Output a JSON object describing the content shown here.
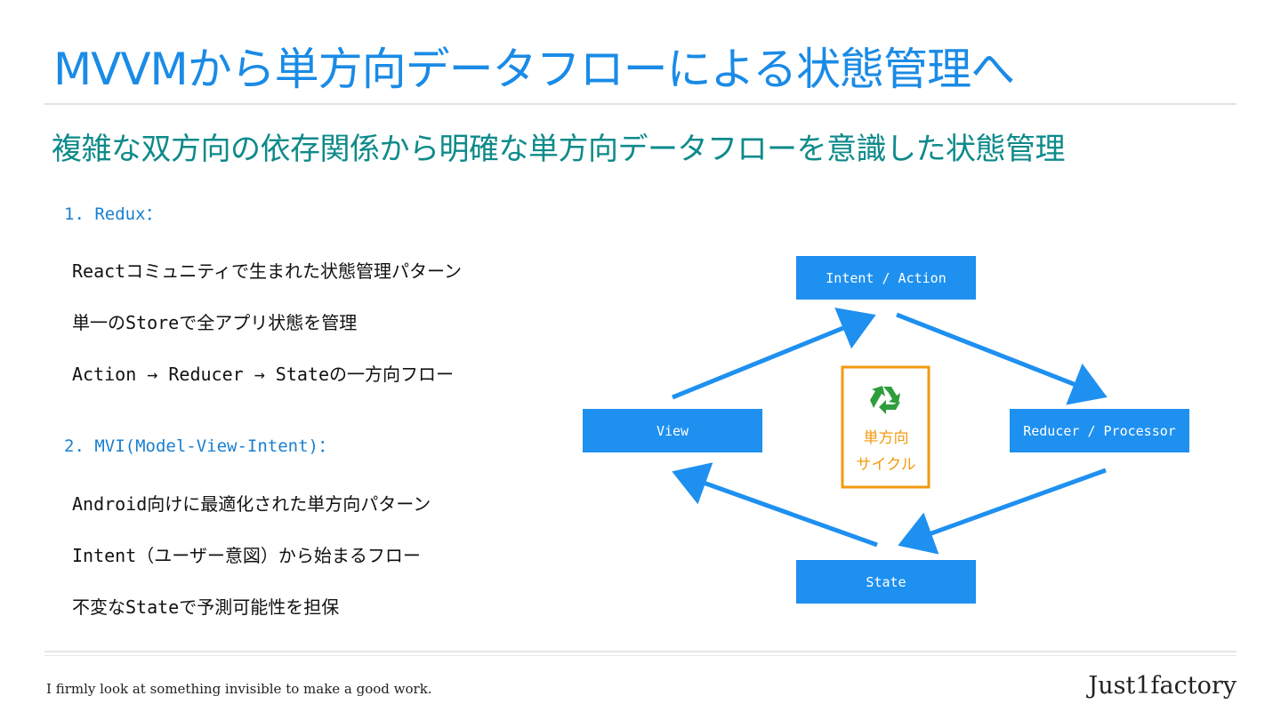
{
  "slide": {
    "title": "MVVMから単方向データフローによる状態管理へ",
    "subtitle": "複雑な双方向の依存関係から明確な単方向データフローを意識した状態管理"
  },
  "sections": [
    {
      "heading": "1. Redux：",
      "bullets": [
        "Reactコミュニティで生まれた状態管理パターン",
        "単一のStoreで全アプリ状態を管理",
        "Action → Reducer → Stateの一方向フロー"
      ]
    },
    {
      "heading": "2. MVI(Model-View-Intent)：",
      "bullets": [
        "Android向けに最適化された単方向パターン",
        "Intent（ユーザー意図）から始まるフロー",
        "不変なStateで予測可能性を担保"
      ]
    }
  ],
  "diagram": {
    "nodes": {
      "intent": "Intent / Action",
      "view": "View",
      "reducer": "Reducer / Processor",
      "state": "State"
    },
    "center": {
      "icon": "recycle-icon",
      "line1": "単方向",
      "line2": "サイクル"
    },
    "colors": {
      "node_fill": "#1e90f0",
      "arrow": "#1e90f0",
      "center_accent": "#f39a10",
      "recycle": "#2e9e3a"
    }
  },
  "footer": {
    "tagline": "I firmly look at something invisible to make a good work.",
    "brand": "Just1factory"
  }
}
